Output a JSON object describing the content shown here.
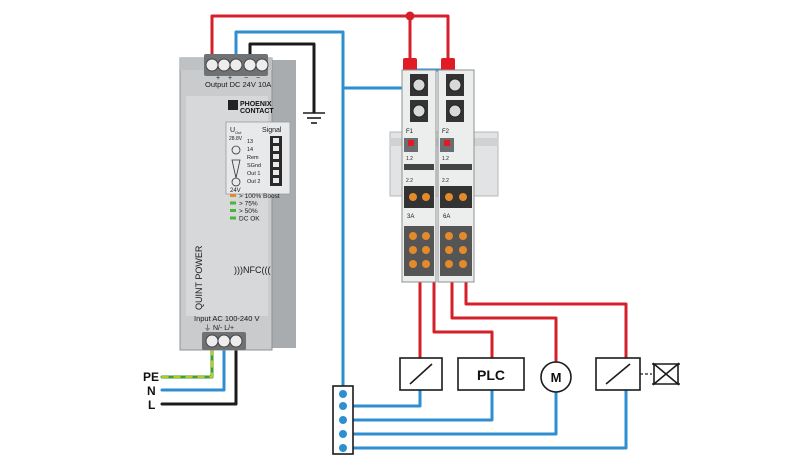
{
  "colors": {
    "positive_wire": "#d4202a",
    "negative_wire": "#2e8fd0",
    "ground_wire": "#1b1b1b",
    "pe_green": "#3a9e3a",
    "pe_yellow": "#e8d21a",
    "psu_body": "#c9cbcd",
    "psu_front": "#dcdedf",
    "accent_orange": "#e48a2b",
    "led_green": "#49b53a",
    "led_yellow": "#d8b51c",
    "fuse_red": "#e01b24"
  },
  "power_supply": {
    "output_terminal_signs": [
      "+",
      "+",
      "−",
      "−"
    ],
    "output_label": "Output DC 24V 10A",
    "brand_line1": "PHOENIX",
    "brand_line2": "CONTACT",
    "voltage_label": "U",
    "voltage_sub": "Out",
    "voltage_value": "28.8V",
    "min_voltage": "24V",
    "signal_title": "Signal",
    "signal_pins": [
      "13",
      "14",
      "Rem",
      "SGnd",
      "Out 1",
      "Out 2"
    ],
    "led_legend": [
      {
        "text": "> 100% Boost",
        "color": "#e48a2b"
      },
      {
        "text": "> 75%",
        "color": "#49b53a"
      },
      {
        "text": "> 50%",
        "color": "#49b53a"
      },
      {
        "text": "DC OK",
        "color": "#49b53a"
      }
    ],
    "nfc_label": ")))NFC(((",
    "product_name": "QUINT POWER",
    "input_label": "Input AC 100-240 V",
    "input_terminals": "⏚  N/- L/+"
  },
  "breakers": {
    "modules": [
      {
        "top_label": "F1",
        "ratio_label_1": "1.2",
        "ratio_label_2": "2.2",
        "rating": "3A"
      },
      {
        "top_label": "F2",
        "ratio_label_1": "1.2",
        "ratio_label_2": "2.2",
        "rating": "6A"
      }
    ]
  },
  "mains": {
    "pe_label": "PE",
    "n_label": "N",
    "l_label": "L"
  },
  "loads": {
    "plc_label": "PLC",
    "motor_label": "M"
  }
}
